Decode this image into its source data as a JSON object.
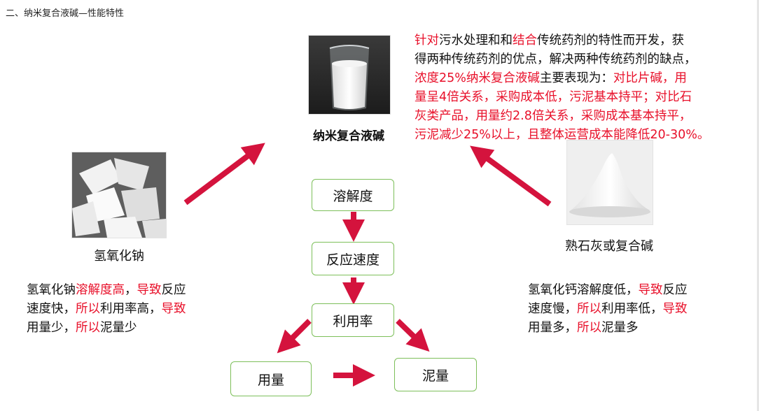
{
  "header": {
    "title": "二、纳米复合液碱—性能特性"
  },
  "center_product": {
    "caption": "纳米复合液碱"
  },
  "left_product": {
    "caption": "氢氧化钠"
  },
  "right_product": {
    "caption": "熟石灰或复合碱"
  },
  "description": {
    "lines": [
      [
        {
          "t": "针对",
          "c": "red"
        },
        {
          "t": "污水处理和和"
        },
        {
          "t": "结合",
          "c": "red"
        },
        {
          "t": "传统药剂的特性而开发，获"
        }
      ],
      [
        {
          "t": "得两种传统药剂的优点，解决两种传统药剂的缺点，"
        }
      ],
      [
        {
          "t": "浓度25%纳米复合液碱",
          "c": "red"
        },
        {
          "t": "主要表现为："
        },
        {
          "t": "对比片碱，用",
          "c": "red"
        }
      ],
      [
        {
          "t": "量呈4倍关系，采购成本低，污泥基本持平；对比石",
          "c": "red"
        }
      ],
      [
        {
          "t": "灰类产品，用量约2.8倍关系，采购成本基本持平，",
          "c": "red"
        }
      ],
      [
        {
          "t": "污泥减少25%以上，且整体运营成本能降低20-30%。",
          "c": "red"
        }
      ]
    ]
  },
  "left_text": {
    "lines": [
      [
        {
          "t": "氢氧化钠"
        },
        {
          "t": "溶解度高",
          "c": "red"
        },
        {
          "t": "，"
        },
        {
          "t": "导致",
          "c": "red"
        },
        {
          "t": "反应"
        }
      ],
      [
        {
          "t": "速度快，"
        },
        {
          "t": "所以",
          "c": "red"
        },
        {
          "t": "利用率高，"
        },
        {
          "t": "导致",
          "c": "red"
        }
      ],
      [
        {
          "t": "用量少，"
        },
        {
          "t": "所以",
          "c": "red"
        },
        {
          "t": "泥量少"
        }
      ]
    ]
  },
  "right_text": {
    "lines": [
      [
        {
          "t": "氢氧化钙溶解度低，"
        },
        {
          "t": "导致",
          "c": "red"
        },
        {
          "t": "反应"
        }
      ],
      [
        {
          "t": "速度慢，"
        },
        {
          "t": "所以",
          "c": "red"
        },
        {
          "t": "利用率低，"
        },
        {
          "t": "导致",
          "c": "red"
        }
      ],
      [
        {
          "t": "用量多，"
        },
        {
          "t": "所以",
          "c": "red"
        },
        {
          "t": "泥量多"
        }
      ]
    ]
  },
  "flow": {
    "solubility": "溶解度",
    "reaction_speed": "反应速度",
    "utilization": "利用率",
    "dosage": "用量",
    "sludge": "泥量"
  },
  "colors": {
    "red": "#e8102a",
    "arrow": "#d4133d",
    "box_border": "#7dbf5a"
  }
}
